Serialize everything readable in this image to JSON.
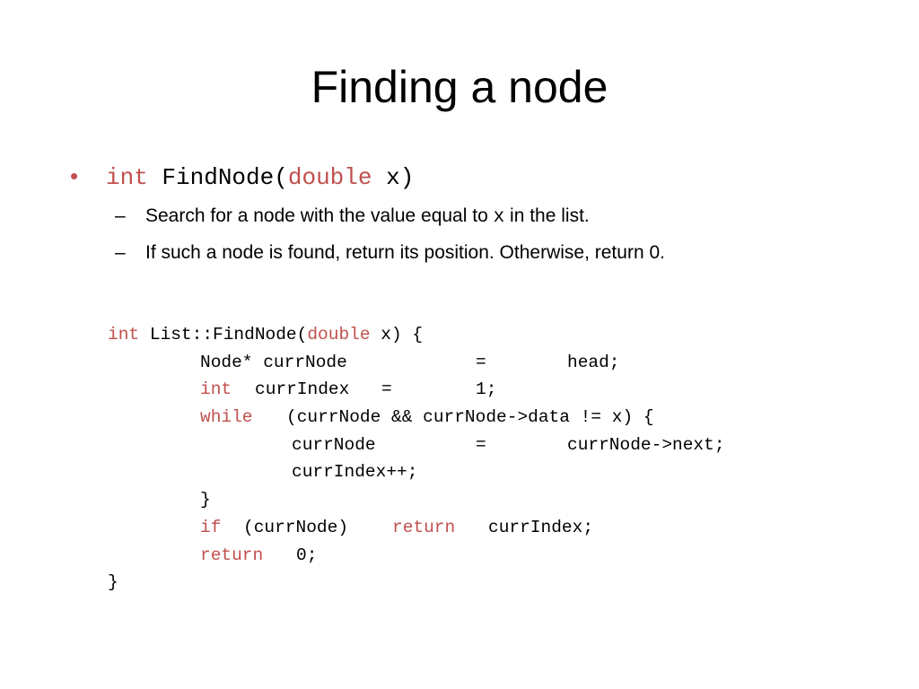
{
  "slide": {
    "title": "Finding a node",
    "bullet": {
      "marker": "•",
      "signature": {
        "ret_type": "int",
        "name": "FindNode(",
        "param_type": "double",
        "param_rest": "x)"
      }
    },
    "sub_bullets": [
      {
        "marker": "–",
        "text_before": "Search for a node with the value equal to ",
        "code": "x",
        "text_after": " in the list."
      },
      {
        "marker": "–",
        "text": "If such a node is found, return its position. Otherwise, return 0."
      }
    ],
    "code": {
      "l1_kw": "int",
      "l1_a": "List::FindNode(",
      "l1_kw2": "double",
      "l1_b": "x) {",
      "l2_a": "Node* currNode",
      "l2_b": "=",
      "l2_c": "head;",
      "l3_kw": "int",
      "l3_a": "currIndex",
      "l3_b": "=",
      "l3_c": "1;",
      "l4_kw": "while",
      "l4_a": "(currNode && currNode->data != x) {",
      "l5_a": "currNode",
      "l5_b": "=",
      "l5_c": "currNode->next;",
      "l6_a": "currIndex++;",
      "l7_a": "}",
      "l8_kw": "if",
      "l8_a": "(currNode)",
      "l8_kw2": "return",
      "l8_b": "currIndex;",
      "l9_kw": "return",
      "l9_a": "0;",
      "l10_a": "}"
    },
    "colors": {
      "keyword": "#c0504d",
      "text": "#000000",
      "background": "#ffffff"
    }
  }
}
